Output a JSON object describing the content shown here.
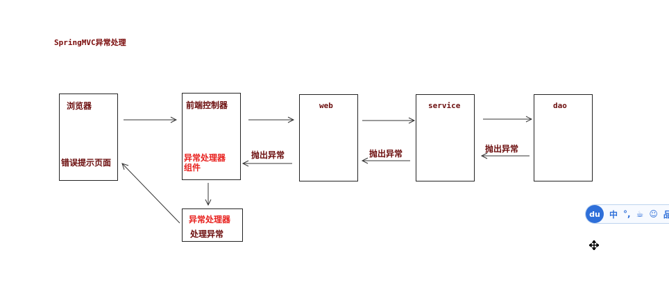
{
  "title": "SpringMVC异常处理",
  "nodes": {
    "browser": {
      "name": "浏览器",
      "note": "错误提示页面"
    },
    "front_controller": {
      "name": "前端控制器",
      "note_line1": "异常处理器",
      "note_line2": "组件"
    },
    "web": {
      "name": "web"
    },
    "service": {
      "name": "service"
    },
    "dao": {
      "name": "dao"
    },
    "handler": {
      "line1": "异常处理器",
      "line2": "处理异常"
    }
  },
  "edge_labels": {
    "web_to_front": "抛出异常",
    "service_to_web": "抛出异常",
    "dao_to_service": "抛出异常"
  },
  "ime_toolbar": {
    "logo": "du",
    "items": [
      "中",
      "°,",
      "☕",
      "☺",
      "品"
    ]
  },
  "colors": {
    "dark_text": "#6b0d0d",
    "red_text": "#e8211e",
    "ime_blue": "#2e6fd9"
  },
  "icons": {
    "ime_logo": "baidu-input-icon",
    "cursor": "move-cursor-icon"
  }
}
